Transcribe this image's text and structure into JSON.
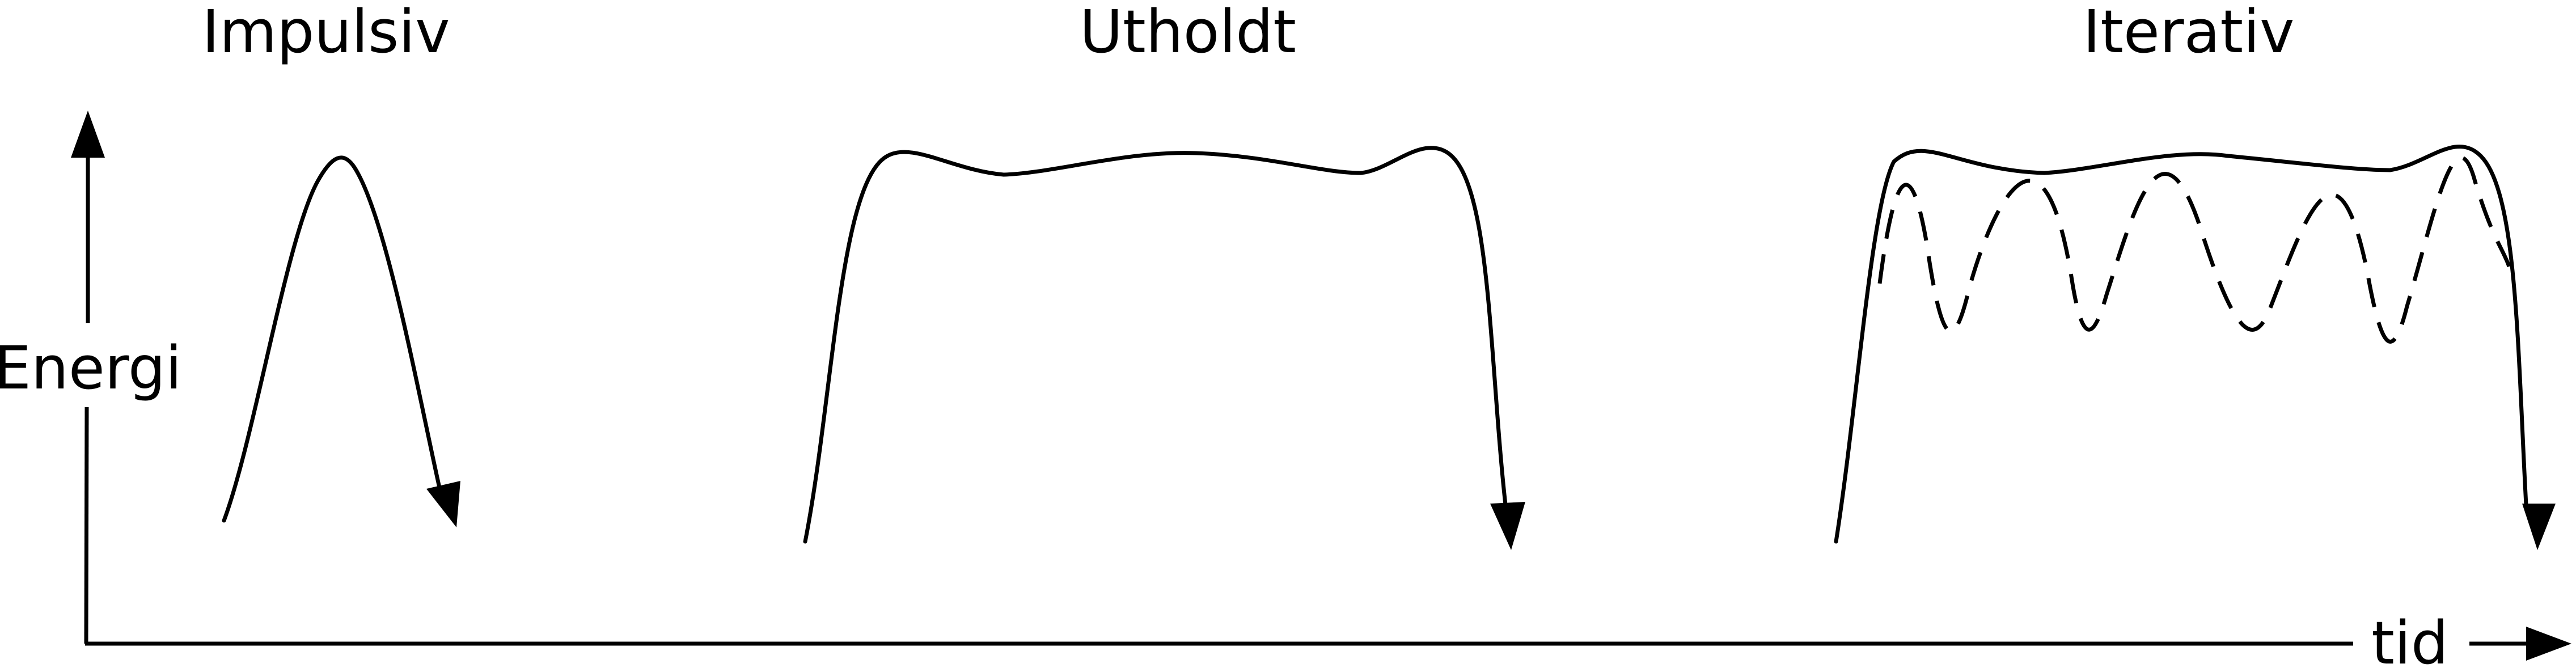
{
  "panels": [
    {
      "title": "Impulsiv"
    },
    {
      "title": "Utholdt"
    },
    {
      "title": "Iterativ"
    }
  ],
  "axes": {
    "y_label": "Energi",
    "x_label": "tid"
  }
}
